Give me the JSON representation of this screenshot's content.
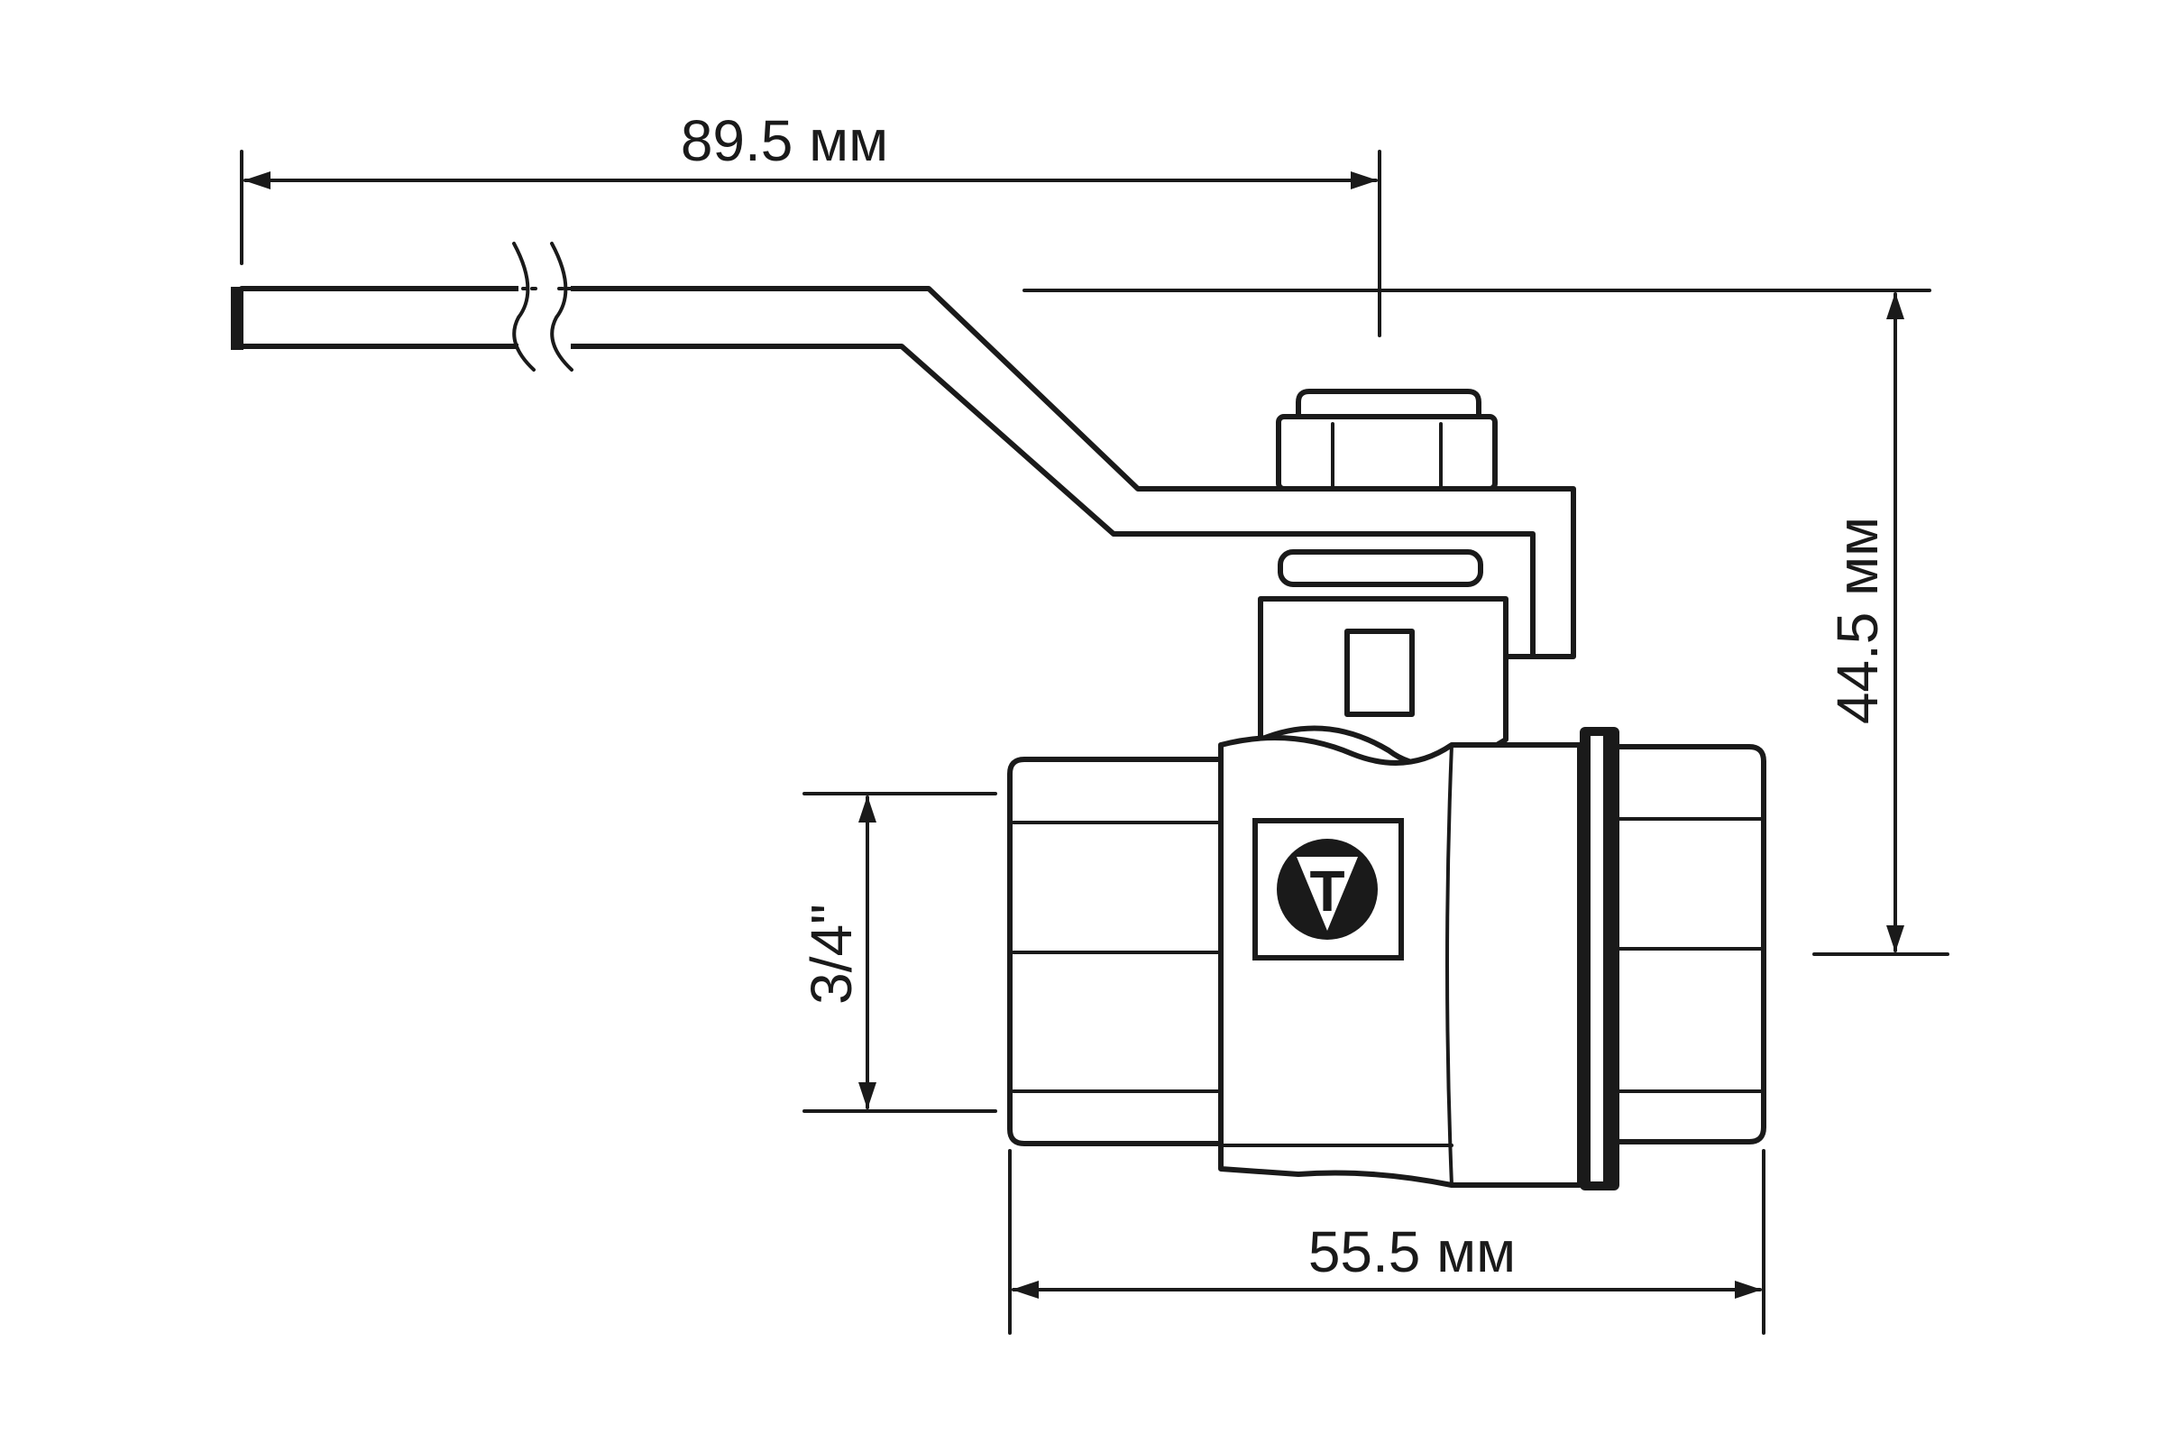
{
  "dimensions": {
    "handle_length": "89.5 мм",
    "height": "44.5 мм",
    "body_length": "55.5 мм",
    "thread_size": "3/4\""
  },
  "logo": {
    "letter": "T"
  },
  "colors": {
    "line": "#1a1a1a",
    "background": "#ffffff"
  }
}
